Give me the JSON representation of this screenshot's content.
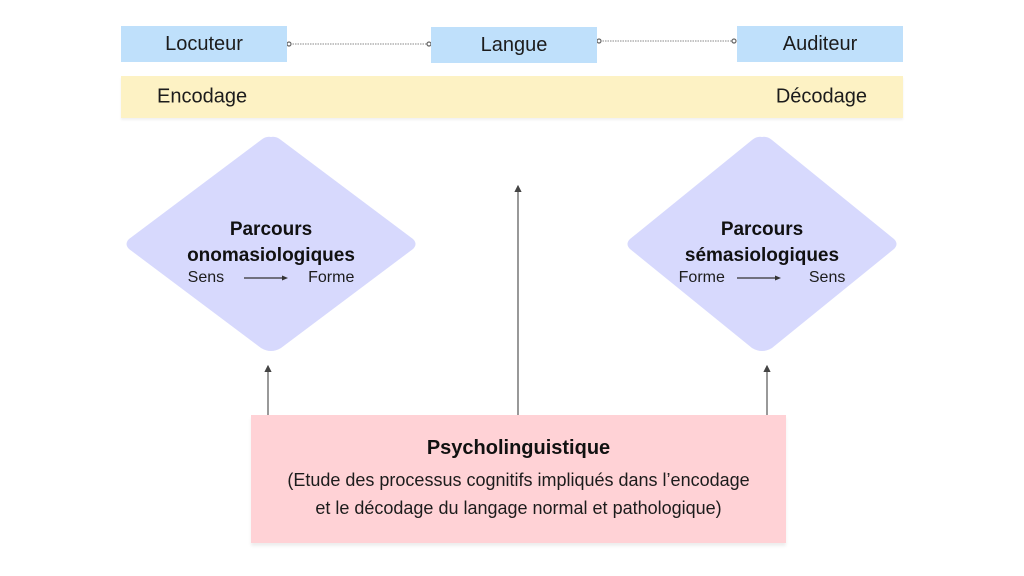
{
  "top_row": {
    "speaker": "Locuteur",
    "language": "Langue",
    "listener": "Auditeur"
  },
  "process_bar": {
    "left_label": "Encodage",
    "right_label": "Décodage"
  },
  "left_diamond": {
    "title_line1": "Parcours",
    "title_line2": "onomasiologiques",
    "from": "Sens",
    "to": "Forme"
  },
  "right_diamond": {
    "title_line1": "Parcours",
    "title_line2": "sémasiologiques",
    "from": "Forme",
    "to": "Sens"
  },
  "bottom_box": {
    "title": "Psycholinguistique",
    "description_line1": "(Etude des processus cognitifs impliqués dans l’encodage",
    "description_line2": "et le décodage du langage normal et pathologique)"
  },
  "colors": {
    "top_boxes": "#bfe0fb",
    "process_bar": "#fdf2c4",
    "diamonds": "#d7d9fd",
    "bottom_box": "#ffd2d6",
    "connectors": "#555555"
  }
}
